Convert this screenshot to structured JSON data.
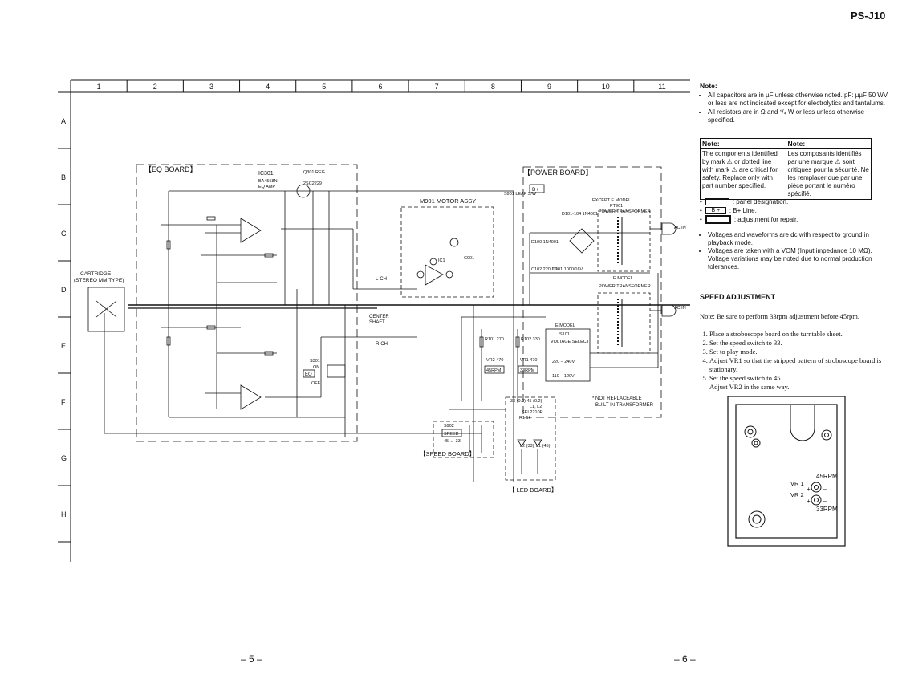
{
  "header": {
    "model": "PS-J10"
  },
  "pages": {
    "left": "– 5 –",
    "right": "– 6 –"
  },
  "grid": {
    "cols": [
      "1",
      "2",
      "3",
      "4",
      "5",
      "6",
      "7",
      "8",
      "9",
      "10",
      "11"
    ],
    "rows": [
      "A",
      "B",
      "C",
      "D",
      "E",
      "F",
      "G",
      "H"
    ]
  },
  "boards": {
    "eq": "【EQ BOARD】",
    "power": "【POWER BOARD】",
    "speed": "【SPEED BOARD】",
    "led": "【 LED BOARD】"
  },
  "labels": {
    "ic301": "IC301",
    "ic301_name": "BA4558N",
    "ic301_func": "EQ AMP",
    "q301": "Q301 REG.",
    "q301_part": "2SC2229",
    "motor": "M901 MOTOR ASSY",
    "bplus": "B+",
    "cartridge": "CARTRIDGE",
    "cartridge_type": "(STEREO MM TYPE)",
    "lch": "L-CH",
    "rch": "R-CH",
    "center": "CENTER",
    "shaft": "SHAFT",
    "except_e": "EXCEPT E MODEL",
    "pt901": "PT901",
    "power_tf": "POWER TRANSFORMER",
    "e_model": "E MODEL",
    "ac_in": "AC IN",
    "e_model2": "E MODEL",
    "s101": "S101",
    "voltage_select": "VOLTAGE SELECT",
    "v220": "220 – 240V",
    "v110": "110 – 120V",
    "not_replaceable": "* NOT REPLACEABLE",
    "built_in": "BUILT IN TRANSFORMER",
    "eq": "EQ",
    "s301": "S301",
    "on": "ON",
    "off": "OFF",
    "speed_sw": "SPEED",
    "s902": "S902",
    "speed_vals": "45 ↔ 33",
    "leaf_sw": "S901 LEAF S/W",
    "sel": "SEL2210R",
    "l1l2": "L1, L2",
    "led_v": "33 (0.2) 45 (0.2)",
    "vr2": "VR2 470",
    "vr1": "VR1 470",
    "rpm45": "45RPM",
    "rpm33": "33RPM",
    "r101": "R101 270",
    "r102": "R102 330",
    "c102": "C102 220 16V",
    "c101": "C101 1000/16V",
    "d100": "D100 1N4001",
    "d101": "D101-104 1N4001",
    "ic1": "IC1",
    "c901": "C901",
    "l2_33": "L2 (33)",
    "l1_45": "L1 (45)",
    "r1": "R1 1k"
  },
  "notes": {
    "title": "Note:",
    "items": [
      "All capacitors are in µF unless otherwise noted. pF: µµF 50 WV or less are not indicated except for electrolytics and tantalums.",
      "All resistors are in Ω and ¹/₄ W or less unless otherwise specified."
    ]
  },
  "notebox": {
    "en_title": "Note:",
    "en_text": "The components identified by mark ⚠ or dotted line with mark ⚠ are critical for safety. Replace only with part number specified.",
    "fr_title": "Note:",
    "fr_text": "Les composants identifiés par une marque ⚠ sont critiques pour la sécurité. Ne les remplacer que par une pièce portant le numéro spécifié."
  },
  "legend": {
    "panel": ": panel designation.",
    "bplus_sym": "B +",
    "bplus": ": B+ Line.",
    "repair": ": adjustment for repair."
  },
  "notes2": [
    "Voltages and waveforms are dc with respect to ground in playback mode.",
    "Voltages are taken with a VOM (Input impedance 10 MΩ). Voltage variations may be noted due to normal production tolerances."
  ],
  "speed_adjustment": {
    "title": "SPEED ADJUSTMENT",
    "note": "Note: Be sure to perform 33rpm adjustment before 45rpm.",
    "steps": [
      "Place a stroboscope board on the turntable sheet.",
      "Set the speed switch to 33.",
      "Set to play mode.",
      "Adjust VR1 so that the stripped pattern of stroboscope board is stationary.",
      "Set the speed switch to 45."
    ],
    "step5b": "Adjust VR2 in the same way."
  },
  "adjust_diagram": {
    "rpm45": "45RPM",
    "vr1": "VR 1",
    "vr2": "VR 2",
    "rpm33": "33RPM",
    "plus": "+",
    "minus": "–"
  }
}
